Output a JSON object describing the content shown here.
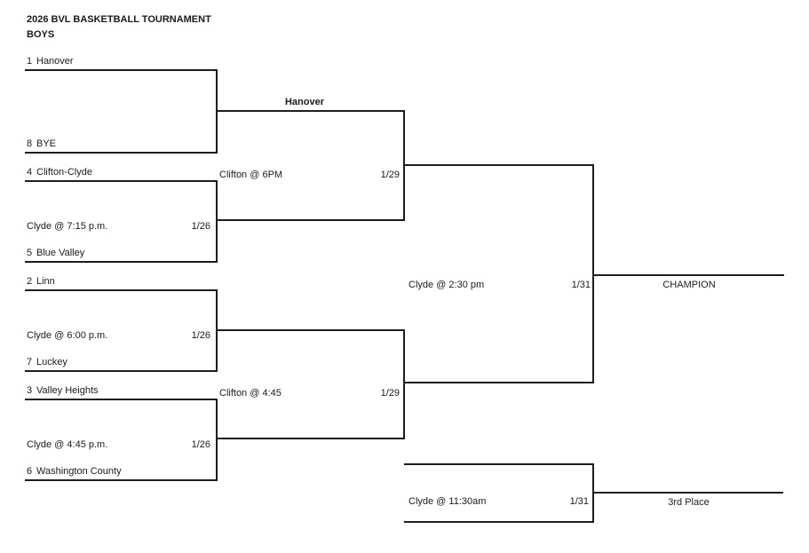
{
  "header": {
    "title": "2026 BVL BASKETBALL TOURNAMENT",
    "subtitle": "BOYS"
  },
  "colors": {
    "background": "#ffffff",
    "line": "#1d1d1d",
    "text": "#1a1a1a"
  },
  "round1": {
    "matches": [
      {
        "top_seed": "1",
        "top_name": "Hanover",
        "bottom_seed": "8",
        "bottom_name": "BYE"
      },
      {
        "top_seed": "4",
        "top_name": "Clifton-Clyde",
        "bottom_seed": "5",
        "bottom_name": "Blue Valley",
        "venue": "Clyde @ 7:15 p.m.",
        "date": "1/26"
      },
      {
        "top_seed": "2",
        "top_name": "Linn",
        "bottom_seed": "7",
        "bottom_name": "Luckey",
        "venue": "Clyde @ 6:00 p.m.",
        "date": "1/26"
      },
      {
        "top_seed": "3",
        "top_name": "Valley Heights",
        "bottom_seed": "6",
        "bottom_name": "Washington County",
        "venue": "Clyde @ 4:45 p.m.",
        "date": "1/26"
      }
    ]
  },
  "semifinals": [
    {
      "advancing_team": "Hanover",
      "venue": "Clifton @ 6PM",
      "date": "1/29"
    },
    {
      "venue": "Clifton @ 4:45",
      "date": "1/29"
    }
  ],
  "final": {
    "venue": "Clyde @ 2:30 pm",
    "date": "1/31",
    "result_label": "CHAMPION"
  },
  "third_place": {
    "venue": "Clyde @ 11:30am",
    "date": "1/31",
    "result_label": "3rd Place"
  }
}
